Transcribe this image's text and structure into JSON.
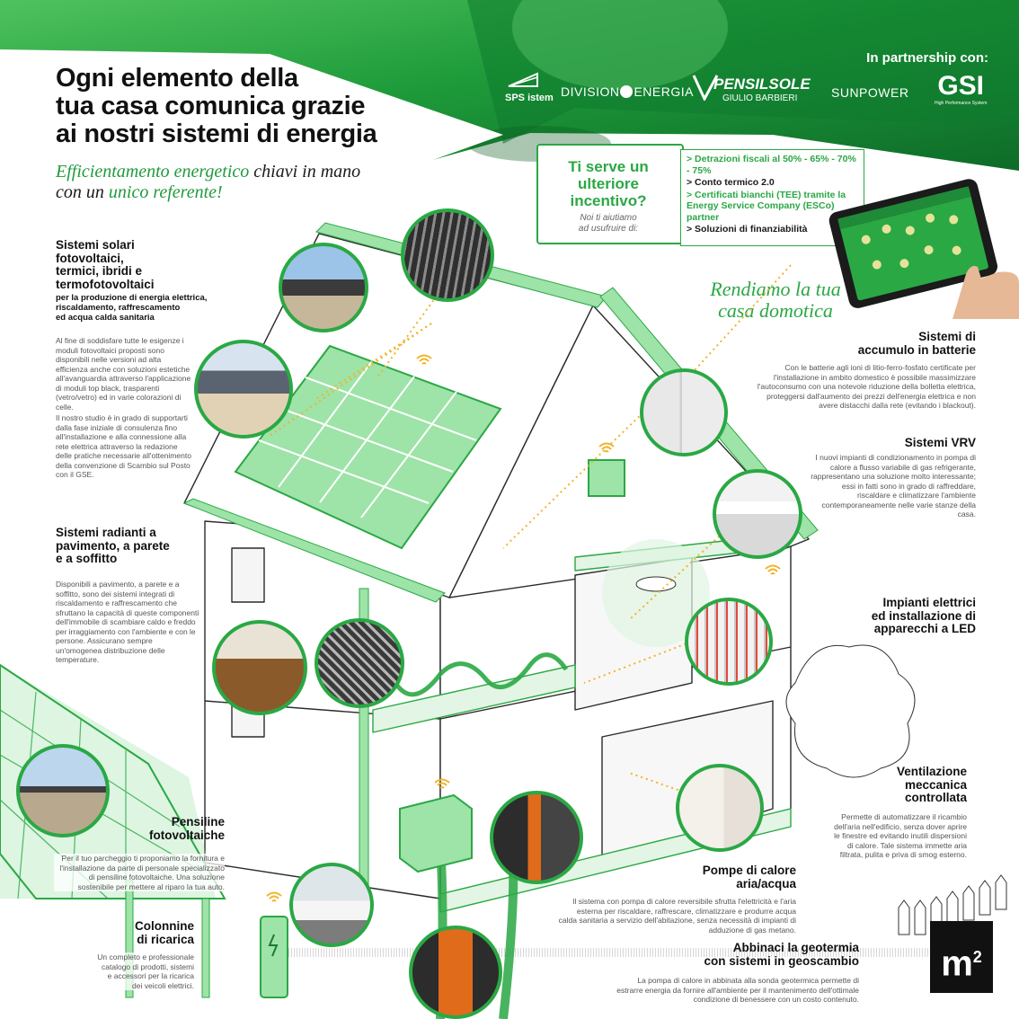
{
  "header": {
    "title_lines": [
      "Ogni elemento della",
      "tua casa comunica grazie",
      "ai nostri sistemi di energia"
    ],
    "subtitle_a": "Efficientamento energetico",
    "subtitle_b": " chiavi in mano",
    "subtitle_c": "con un ",
    "subtitle_d": "unico referente!"
  },
  "partners": {
    "label": "In partnership con:",
    "logos": [
      "SPS istem",
      "DIVISION",
      "ENERGIA",
      "PENSILSOLE",
      "GIULIO BARBIERI",
      "SUNPOWER",
      "GSI",
      "High Performance System"
    ]
  },
  "incentive": {
    "title_lines": [
      "Ti serve un",
      "ulteriore",
      "incentivo?"
    ],
    "sub_lines": [
      "Noi ti aiutiamo",
      "ad usufruire di:"
    ],
    "items": [
      {
        "text": "> Detrazioni fiscali al 50% - 65% - 70% - 75%",
        "green": true
      },
      {
        "text": "> Conto termico 2.0",
        "green": false
      },
      {
        "text": "> Certificati bianchi (TEE) tramite la Energy Service Company (ESCo) partner",
        "green": true
      },
      {
        "text": "> Soluzioni di finanziabilità",
        "green": false
      }
    ]
  },
  "domotica": {
    "lines": [
      "Rendiamo la tua",
      "casa domotica"
    ],
    "tablet_title": "la tua casa domotica"
  },
  "sections": {
    "solar": {
      "title_lines": [
        "Sistemi solari",
        "fotovoltaici,",
        "termici, ibridi e",
        "termofotovoltaici"
      ],
      "sub_lines": [
        "per la produzione di energia elettrica,",
        "riscaldamento, raffrescamento",
        "ed acqua calda sanitaria"
      ],
      "body": "Al fine di soddisfare tutte le esigenze i moduli fotovoltaici proposti sono disponibili nelle versioni ad alta efficienza anche con soluzioni estetiche all'avanguardia attraverso l'applicazione di moduli top black, trasparenti (vetro/vetro) ed in varie colorazioni di celle.",
      "body2": "Il nostro studio è in grado di supportarti dalla fase iniziale di consulenza fino all'installazione e alla connessione alla rete elettrica attraverso la redazione delle pratiche necessarie all'ottenimento della convenzione di Scambio sul Posto con il GSE."
    },
    "radiant": {
      "title_lines": [
        "Sistemi radianti a",
        "pavimento, a parete",
        "e a soffitto"
      ],
      "body": "Disponibili a pavimento, a parete e a soffitto, sono dei sistemi integrati di riscaldamento e raffrescamento che sfruttano la capacità di queste componenti dell'immobile di scambiare caldo e freddo per irraggiamento con l'ambiente e con le persone. Assicurano sempre un'omogenea distribuzione delle temperature."
    },
    "pensiline": {
      "title_lines": [
        "Pensiline",
        "fotovoltaiche"
      ],
      "body": "Per il tuo parcheggio ti proponiamo la fornitura e l'installazione da parte di personale specializzato di pensiline fotovoltaiche. Una soluzione sostenibile per mettere al riparo la tua auto."
    },
    "colonnine": {
      "title_lines": [
        "Colonnine",
        "di ricarica"
      ],
      "body": "Un completo e professionale catalogo di prodotti, sistemi e accessori per la ricarica dei veicoli elettrici."
    },
    "batterie": {
      "title_lines": [
        "Sistemi di",
        "accumulo in batterie"
      ],
      "body": "Con le batterie agli ioni di litio-ferro-fosfato certificate per l'installazione in ambito domestico è possibile massimizzare l'autoconsumo con una notevole riduzione della bolletta elettrica, proteggersi dall'aumento dei prezzi dell'energia elettrica e non avere distacchi dalla rete (evitando i blackout)."
    },
    "vrv": {
      "title_lines": [
        "Sistemi VRV"
      ],
      "body": "I nuovi impianti di condizionamento in pompa di calore a flusso variabile di gas refrigerante, rappresentano una soluzione molto interessante; essi in fatti sono in grado di raffreddare, riscaldare e climatizzare l'ambiente contemporaneamente nelle varie stanze della casa."
    },
    "elettrici": {
      "title_lines": [
        "Impianti elettrici",
        "ed installazione di",
        "apparecchi a LED"
      ]
    },
    "ventilazione": {
      "title_lines": [
        "Ventilazione",
        "meccanica",
        "controllata"
      ],
      "body": "Permette di automatizzare il ricambio dell'aria nell'edificio, senza dover aprire le finestre ed evitando inutili dispersioni di calore. Tale sistema immette aria filtrata, pulita e priva di smog esterno."
    },
    "pompe": {
      "title_lines": [
        "Pompe di calore",
        "aria/acqua"
      ],
      "body": "Il sistema con pompa di calore reversibile sfrutta l'elettricità e l'aria esterna per riscaldare, raffrescare, climatizzare e produrre acqua calda sanitaria a servizio dell'abitazione, senza necessità di impianti di adduzione di gas metano."
    },
    "geotermia": {
      "title_lines": [
        "Abbinaci la geotermia",
        "con sistemi  in geoscambio"
      ],
      "body": "La pompa di calore in abbinata alla sonda geotermica permette di estrarre energia da fornire all'ambiente per il mantenimento dell'ottimale condizione di benessere con un costo contenuto."
    }
  },
  "brand": {
    "mark": "m",
    "sup": "2"
  },
  "colors": {
    "accent": "#2aa844",
    "dark_green": "#1a7a32",
    "light_green": "#cdeecf"
  }
}
